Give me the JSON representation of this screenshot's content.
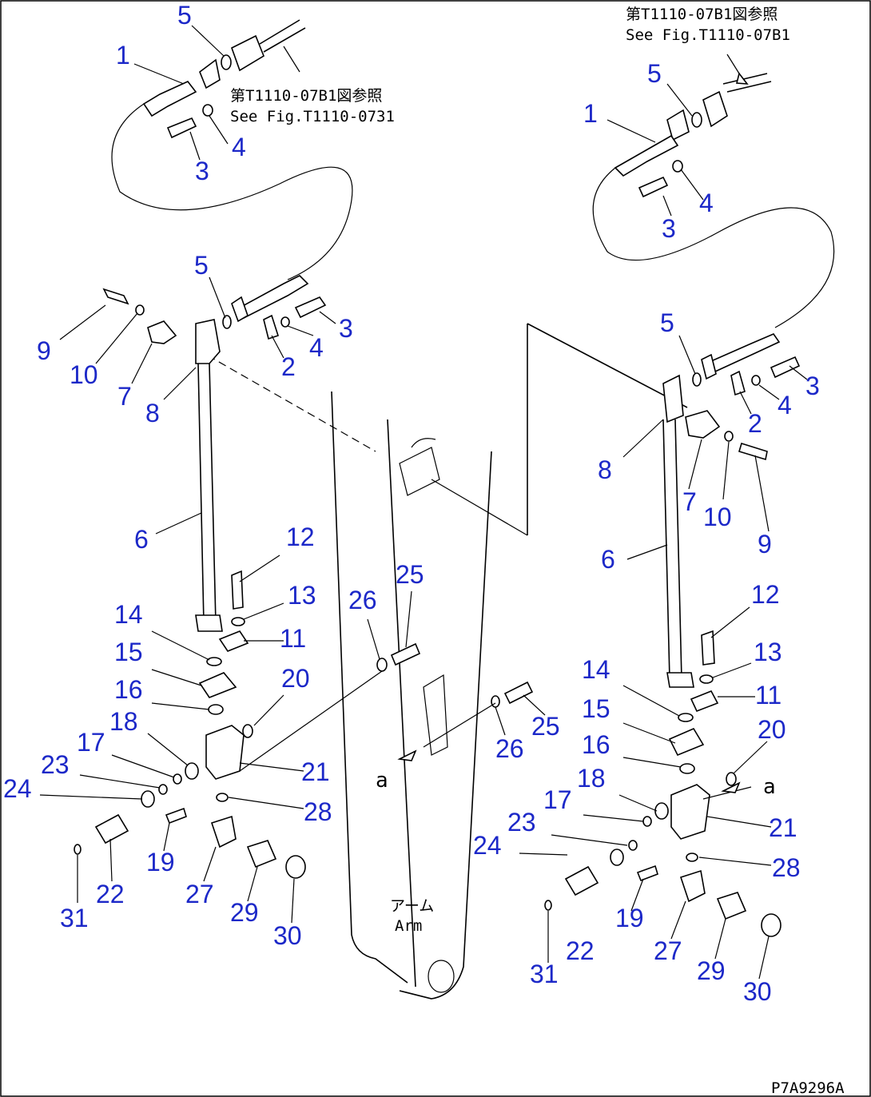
{
  "notes": {
    "top_left_jp": "第T1110-07B1図参照",
    "top_left_en": "See Fig.T1110-0731",
    "top_right_jp": "第T1110-07B1図参照",
    "top_right_en": "See Fig.T1110-07B1",
    "arm_jp": "アーム",
    "arm_en": "Arm",
    "ref_a_left": "a",
    "ref_a_right": "a",
    "figure_code": "P7A9296A"
  },
  "callouts": [
    {
      "id": "l5a",
      "label": "5"
    },
    {
      "id": "l1",
      "label": "1"
    },
    {
      "id": "l4a",
      "label": "4"
    },
    {
      "id": "l3a",
      "label": "3"
    },
    {
      "id": "l5b",
      "label": "5"
    },
    {
      "id": "l9",
      "label": "9"
    },
    {
      "id": "l10",
      "label": "10"
    },
    {
      "id": "l7",
      "label": "7"
    },
    {
      "id": "l8",
      "label": "8"
    },
    {
      "id": "l2",
      "label": "2"
    },
    {
      "id": "l4b",
      "label": "4"
    },
    {
      "id": "l3b",
      "label": "3"
    },
    {
      "id": "l6",
      "label": "6"
    },
    {
      "id": "l12",
      "label": "12"
    },
    {
      "id": "l13",
      "label": "13"
    },
    {
      "id": "l11",
      "label": "11"
    },
    {
      "id": "l14",
      "label": "14"
    },
    {
      "id": "l15",
      "label": "15"
    },
    {
      "id": "l16",
      "label": "16"
    },
    {
      "id": "l20",
      "label": "20"
    },
    {
      "id": "l18",
      "label": "18"
    },
    {
      "id": "l17",
      "label": "17"
    },
    {
      "id": "l23",
      "label": "23"
    },
    {
      "id": "l24",
      "label": "24"
    },
    {
      "id": "l21",
      "label": "21"
    },
    {
      "id": "l28",
      "label": "28"
    },
    {
      "id": "l19",
      "label": "19"
    },
    {
      "id": "l22",
      "label": "22"
    },
    {
      "id": "l31",
      "label": "31"
    },
    {
      "id": "l27",
      "label": "27"
    },
    {
      "id": "l29",
      "label": "29"
    },
    {
      "id": "l30",
      "label": "30"
    },
    {
      "id": "l26a",
      "label": "26"
    },
    {
      "id": "l25a",
      "label": "25"
    },
    {
      "id": "l26b",
      "label": "26"
    },
    {
      "id": "l25b",
      "label": "25"
    },
    {
      "id": "r5a",
      "label": "5"
    },
    {
      "id": "r1",
      "label": "1"
    },
    {
      "id": "r4a",
      "label": "4"
    },
    {
      "id": "r3a",
      "label": "3"
    },
    {
      "id": "r5b",
      "label": "5"
    },
    {
      "id": "r3b",
      "label": "3"
    },
    {
      "id": "r4b",
      "label": "4"
    },
    {
      "id": "r2",
      "label": "2"
    },
    {
      "id": "r8",
      "label": "8"
    },
    {
      "id": "r7",
      "label": "7"
    },
    {
      "id": "r10",
      "label": "10"
    },
    {
      "id": "r9",
      "label": "9"
    },
    {
      "id": "r6",
      "label": "6"
    },
    {
      "id": "r12",
      "label": "12"
    },
    {
      "id": "r13",
      "label": "13"
    },
    {
      "id": "r11",
      "label": "11"
    },
    {
      "id": "r14",
      "label": "14"
    },
    {
      "id": "r15",
      "label": "15"
    },
    {
      "id": "r20",
      "label": "20"
    },
    {
      "id": "r16",
      "label": "16"
    },
    {
      "id": "r18",
      "label": "18"
    },
    {
      "id": "r17",
      "label": "17"
    },
    {
      "id": "r23",
      "label": "23"
    },
    {
      "id": "r24",
      "label": "24"
    },
    {
      "id": "r21",
      "label": "21"
    },
    {
      "id": "r28",
      "label": "28"
    },
    {
      "id": "r19",
      "label": "19"
    },
    {
      "id": "r31",
      "label": "31"
    },
    {
      "id": "r22",
      "label": "22"
    },
    {
      "id": "r27",
      "label": "27"
    },
    {
      "id": "r29",
      "label": "29"
    },
    {
      "id": "r30",
      "label": "30"
    }
  ]
}
